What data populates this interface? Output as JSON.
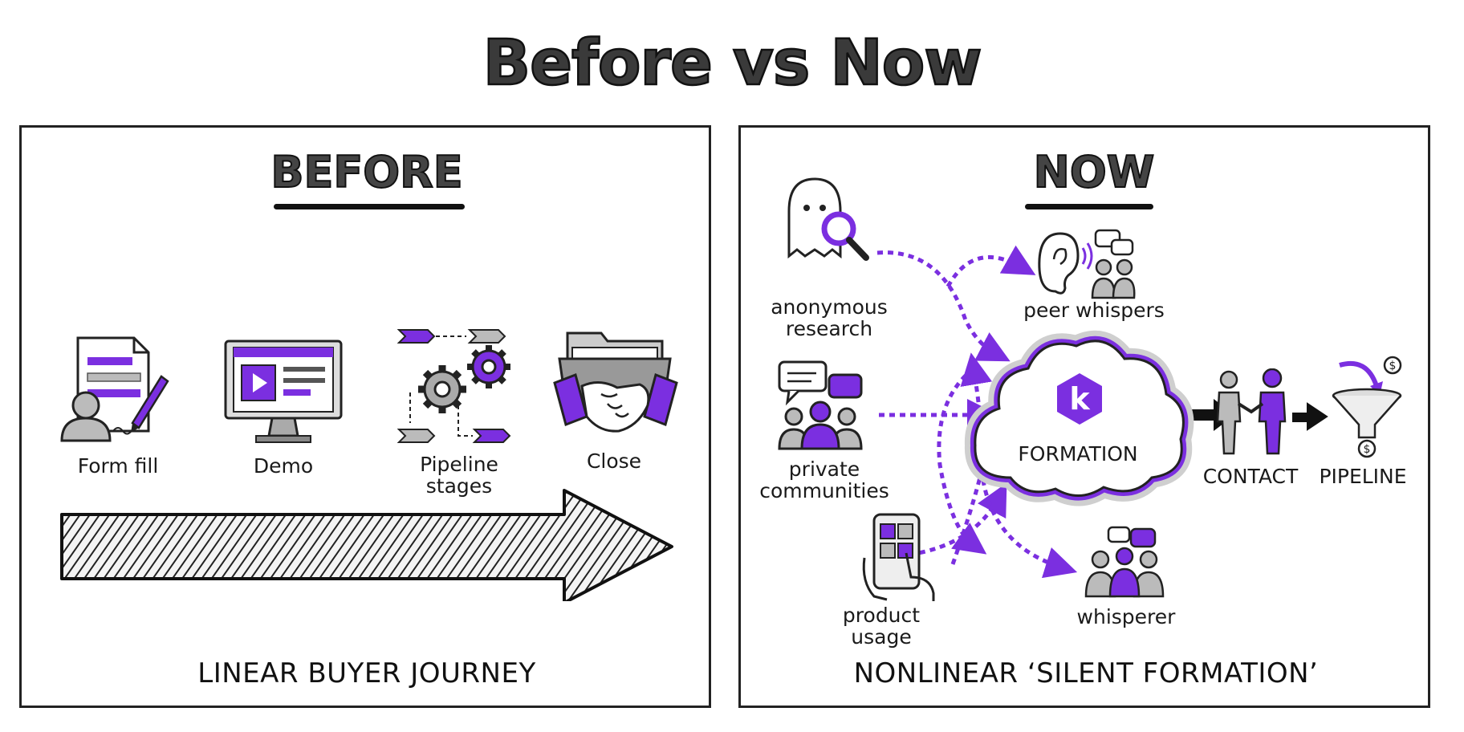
{
  "title": "Before vs Now",
  "before": {
    "heading": "BEFORE",
    "steps": [
      {
        "label": "Form fill",
        "icon": "form-pencil-icon"
      },
      {
        "label": "Demo",
        "icon": "monitor-play-icon"
      },
      {
        "label": "Pipeline\nstages",
        "icon": "gears-flow-icon"
      },
      {
        "label": "Close",
        "icon": "handshake-folder-icon"
      }
    ],
    "footer": "LINEAR BUYER JOURNEY"
  },
  "now": {
    "heading": "NOW",
    "sources": [
      {
        "label": "anonymous\nresearch",
        "icon": "ghost-magnifier-icon"
      },
      {
        "label": "private\ncommunities",
        "icon": "community-chat-icon"
      },
      {
        "label": "product\nusage",
        "icon": "tablet-hands-icon"
      }
    ],
    "signals": [
      {
        "label": "peer whispers",
        "icon": "ear-people-icon"
      },
      {
        "label": "whisperer",
        "icon": "group-chat-icon"
      }
    ],
    "center": {
      "badge": "k",
      "label": "FORMATION"
    },
    "outputs": [
      {
        "label": "CONTACT",
        "icon": "two-people-handshake-icon"
      },
      {
        "label": "PIPELINE",
        "icon": "funnel-dollar-icon"
      }
    ],
    "footer": "NONLINEAR ‘SILENT FORMATION’"
  },
  "colors": {
    "accent": "#7b2fe0",
    "ink": "#1a1a1a",
    "gray": "#9a9a9a"
  }
}
